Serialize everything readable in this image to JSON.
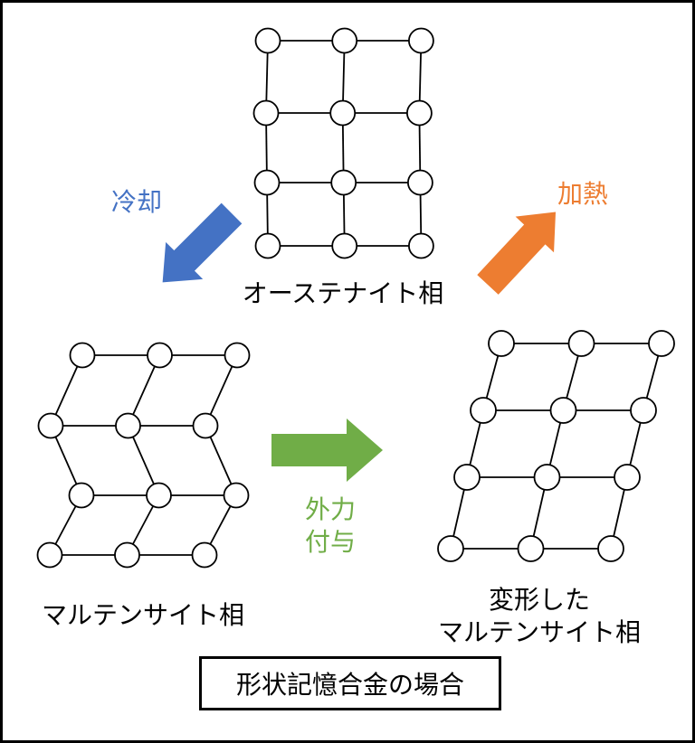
{
  "phases": {
    "austenite": {
      "label": "オーステナイト相"
    },
    "martensite": {
      "label": "マルテンサイト相"
    },
    "deformed_martensite": {
      "label_line1": "変形した",
      "label_line2": "マルテンサイト相"
    }
  },
  "transitions": {
    "cooling": {
      "label": "冷却",
      "color": "#4472C4"
    },
    "heating": {
      "label": "加熱",
      "color": "#ED7D31"
    },
    "force": {
      "label_line1": "外力",
      "label_line2": "付与",
      "color": "#70AD47"
    }
  },
  "caption": "形状記憶合金の場合"
}
